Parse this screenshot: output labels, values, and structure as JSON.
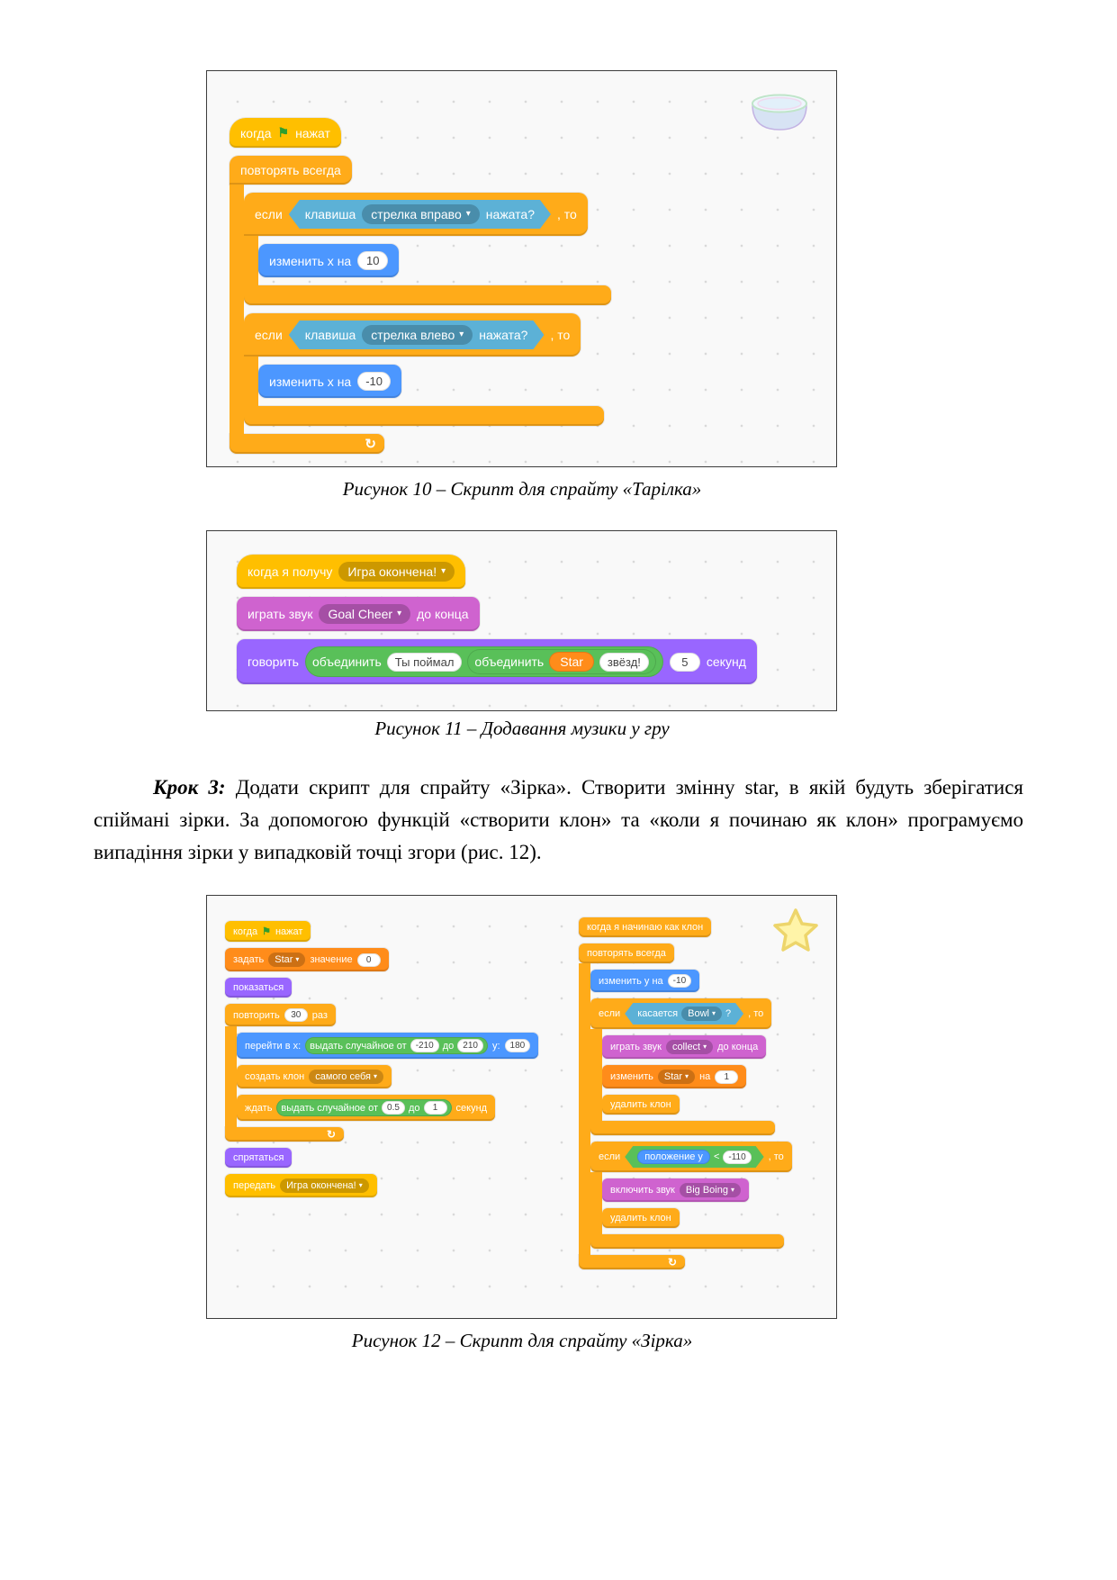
{
  "icons": {
    "dropdown_caret": "▾",
    "green_flag": "⚑",
    "loop_arrow": "↻"
  },
  "colors": {
    "motion": "#4C97FF",
    "looks": "#9966FF",
    "sound": "#CF63CF",
    "events": "#FFBF00",
    "control": "#FFAB19",
    "sensing": "#5CB1D6",
    "operators": "#59C059",
    "variables": "#FF8C1A",
    "canvas": "#f9f9f9"
  },
  "figure10": {
    "caption": "Рисунок 10 – Скрипт для спрайту «Тарілка»",
    "when_flag": {
      "when": "когда",
      "pressed": "нажат"
    },
    "forever": "повторять всегда",
    "if_right": {
      "if": "если",
      "key": "клавиша",
      "option": "стрелка вправо",
      "pressed": "нажата?",
      "then": ", то"
    },
    "change_x_right": {
      "label": "изменить x на",
      "value": "10"
    },
    "if_left": {
      "if": "если",
      "key": "клавиша",
      "option": "стрелка влево",
      "pressed": "нажата?",
      "then": ", то"
    },
    "change_x_left": {
      "label": "изменить x на",
      "value": "-10"
    }
  },
  "figure11": {
    "caption": "Рисунок 11 – Додавання музики у гру",
    "when_receive": {
      "label": "когда я получу",
      "option": "Игра окончена!"
    },
    "play_sound": {
      "label": "играть звук",
      "option": "Goal Cheer",
      "suffix": "до конца"
    },
    "say": {
      "label": "говорить",
      "join1": "объединить",
      "text1": "Ты поймал",
      "join2": "объединить",
      "variable": "Star",
      "text2": "звёзд!",
      "seconds": "5",
      "suffix": "секунд"
    }
  },
  "step3": {
    "label": "Крок 3:",
    "text": " Додати скрипт для спрайту «Зірка». Створити змінну star, в якій будуть зберігатися спіймані зірки. За допомогою функцій «створити клон» та «коли я починаю як клон» програмуємо випадіння зірки у випадковій точці згори (рис. 12)."
  },
  "figure12": {
    "caption": "Рисунок 12 – Скрипт для спрайту «Зірка»",
    "left": {
      "when_flag": {
        "when": "когда",
        "pressed": "нажат"
      },
      "set_var": {
        "label": "задать",
        "option": "Star",
        "mid": "значение",
        "value": "0"
      },
      "show": "показаться",
      "repeat": {
        "label": "повторить",
        "times": "30",
        "suffix": "раз"
      },
      "goto_x": {
        "label": "перейти в x:",
        "random": "выдать случайное от",
        "from": "-210",
        "to_word": "до",
        "to": "210",
        "y_label": "y:",
        "y_value": "180"
      },
      "create_clone": {
        "label": "создать клон",
        "option": "самого себя"
      },
      "wait": {
        "label": "ждать",
        "random": "выдать случайное от",
        "from": "0.5",
        "to_word": "до",
        "to": "1",
        "suffix": "секунд"
      },
      "hide": "спрятаться",
      "broadcast": {
        "label": "передать",
        "option": "Игра окончена!"
      }
    },
    "right": {
      "when_clone": "когда я начинаю как клон",
      "forever": "повторять всегда",
      "change_y": {
        "label": "изменить y на",
        "value": "-10"
      },
      "if_touching": {
        "if": "если",
        "label": "касается",
        "option": "Bowl",
        "question": "?",
        "then": ", то"
      },
      "play_sound": {
        "label": "играть звук",
        "option": "collect",
        "suffix": "до конца"
      },
      "change_var": {
        "label": "изменить",
        "option": "Star",
        "mid": "на",
        "value": "1"
      },
      "delete_clone_1": "удалить клон",
      "if_y": {
        "if": "если",
        "reporter": "положение y",
        "operator": "<",
        "value": "-110",
        "then": ", то"
      },
      "start_sound": {
        "label": "включить звук",
        "option": "Big Boing"
      },
      "delete_clone_2": "удалить клон"
    }
  }
}
